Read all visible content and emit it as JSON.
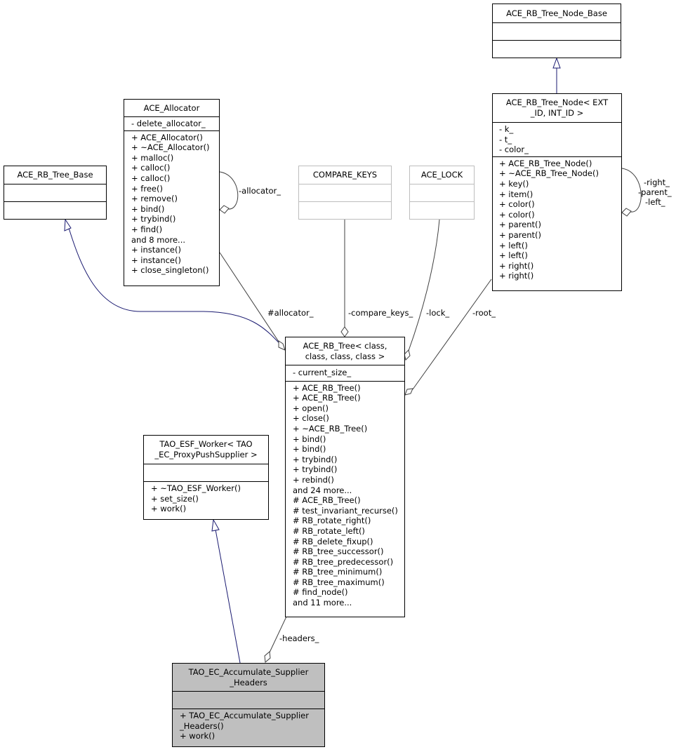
{
  "nodes": {
    "rb_tree_node_base": {
      "title": [
        "ACE_RB_Tree_Node_Base"
      ],
      "attributes": [],
      "methods": []
    },
    "rb_tree_node": {
      "title": [
        "ACE_RB_Tree_Node< EXT",
        "_ID, INT_ID >"
      ],
      "attributes": [
        "- k_",
        "- t_",
        "- color_"
      ],
      "methods": [
        "+ ACE_RB_Tree_Node()",
        "+ ~ACE_RB_Tree_Node()",
        "+ key()",
        "+ item()",
        "+ color()",
        "+ color()",
        "+ parent()",
        "+ parent()",
        "+ left()",
        "+ left()",
        "+ right()",
        "+ right()"
      ]
    },
    "allocator": {
      "title": [
        "ACE_Allocator"
      ],
      "attributes": [
        "- delete_allocator_"
      ],
      "methods": [
        "+ ACE_Allocator()",
        "+ ~ACE_Allocator()",
        "+ malloc()",
        "+ calloc()",
        "+ calloc()",
        "+ free()",
        "+ remove()",
        "+ bind()",
        "+ trybind()",
        "+ find()",
        "and 8 more...",
        "+ instance()",
        "+ instance()",
        "+ close_singleton()"
      ]
    },
    "rb_tree_base": {
      "title": [
        "ACE_RB_Tree_Base"
      ],
      "attributes": [],
      "methods": []
    },
    "compare_keys": {
      "title": [
        "COMPARE_KEYS"
      ],
      "attributes": [],
      "methods": []
    },
    "ace_lock": {
      "title": [
        "ACE_LOCK"
      ],
      "attributes": [],
      "methods": []
    },
    "rb_tree": {
      "title": [
        "ACE_RB_Tree< class,",
        "class, class, class >"
      ],
      "attributes": [
        "- current_size_"
      ],
      "methods": [
        "+ ACE_RB_Tree()",
        "+ ACE_RB_Tree()",
        "+ open()",
        "+ close()",
        "+ ~ACE_RB_Tree()",
        "+ bind()",
        "+ bind()",
        "+ trybind()",
        "+ trybind()",
        "+ rebind()",
        "and 24 more...",
        "# ACE_RB_Tree()",
        "# test_invariant_recurse()",
        "# RB_rotate_right()",
        "# RB_rotate_left()",
        "# RB_delete_fixup()",
        "# RB_tree_successor()",
        "# RB_tree_predecessor()",
        "# RB_tree_minimum()",
        "# RB_tree_maximum()",
        "# find_node()",
        "and 11 more..."
      ]
    },
    "esf_worker": {
      "title": [
        "TAO_ESF_Worker< TAO",
        "_EC_ProxyPushSupplier >"
      ],
      "attributes": [],
      "methods": [
        "+ ~TAO_ESF_Worker()",
        "+ set_size()",
        "+ work()"
      ]
    },
    "accumulate": {
      "title": [
        "TAO_EC_Accumulate_Supplier",
        "_Headers"
      ],
      "attributes": [],
      "methods": [
        "+ TAO_EC_Accumulate_Supplier",
        "_Headers()",
        "+ work()"
      ]
    }
  },
  "edge_labels": {
    "allocator_self": "-allocator_",
    "node_self": [
      "-right_",
      "-parent_",
      "-left_"
    ],
    "allocator": "#allocator_",
    "compare_keys": "-compare_keys_",
    "lock": "-lock_",
    "root": "-root_",
    "headers": "-headers_"
  },
  "colors": {
    "inheritance_edge": "#191970",
    "association_edge": "#404040",
    "template_border": "#bdbdbd",
    "focus_fill": "#bfbfbf"
  }
}
